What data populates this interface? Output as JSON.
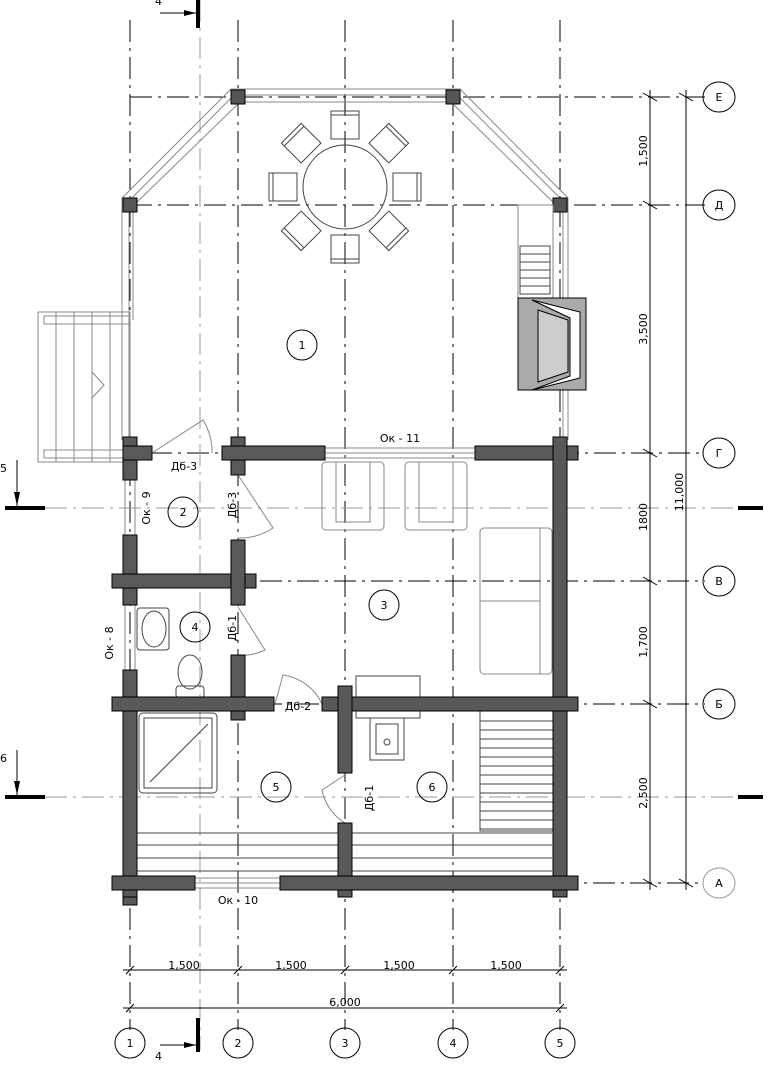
{
  "axes": {
    "vertical": [
      "1",
      "2",
      "3",
      "4",
      "5"
    ],
    "horizontal": [
      "Е",
      "Д",
      "Г",
      "В",
      "Б",
      "А"
    ]
  },
  "rooms": [
    "1",
    "2",
    "3",
    "4",
    "5",
    "6"
  ],
  "openings": {
    "ok11": "Ок - 11",
    "ok10": "Ок - 10",
    "ok9": "Ок - 9",
    "ok8": "Ок - 8",
    "db3a": "Дб-3",
    "db3b": "Дб-3",
    "db1a": "Дб-1",
    "db1b": "Дб-1",
    "db2": "Дб-2"
  },
  "dimensions": {
    "bottom": [
      "1,500",
      "1,500",
      "1,500",
      "1,500"
    ],
    "bottom_total": "6,000",
    "right": [
      "1,500",
      "3,500",
      "1800",
      "1,700",
      "2,500"
    ],
    "right_total": "11,000"
  },
  "sections": {
    "top": "4",
    "bottom": "4",
    "upper_left": "5",
    "lower_left": "6"
  }
}
